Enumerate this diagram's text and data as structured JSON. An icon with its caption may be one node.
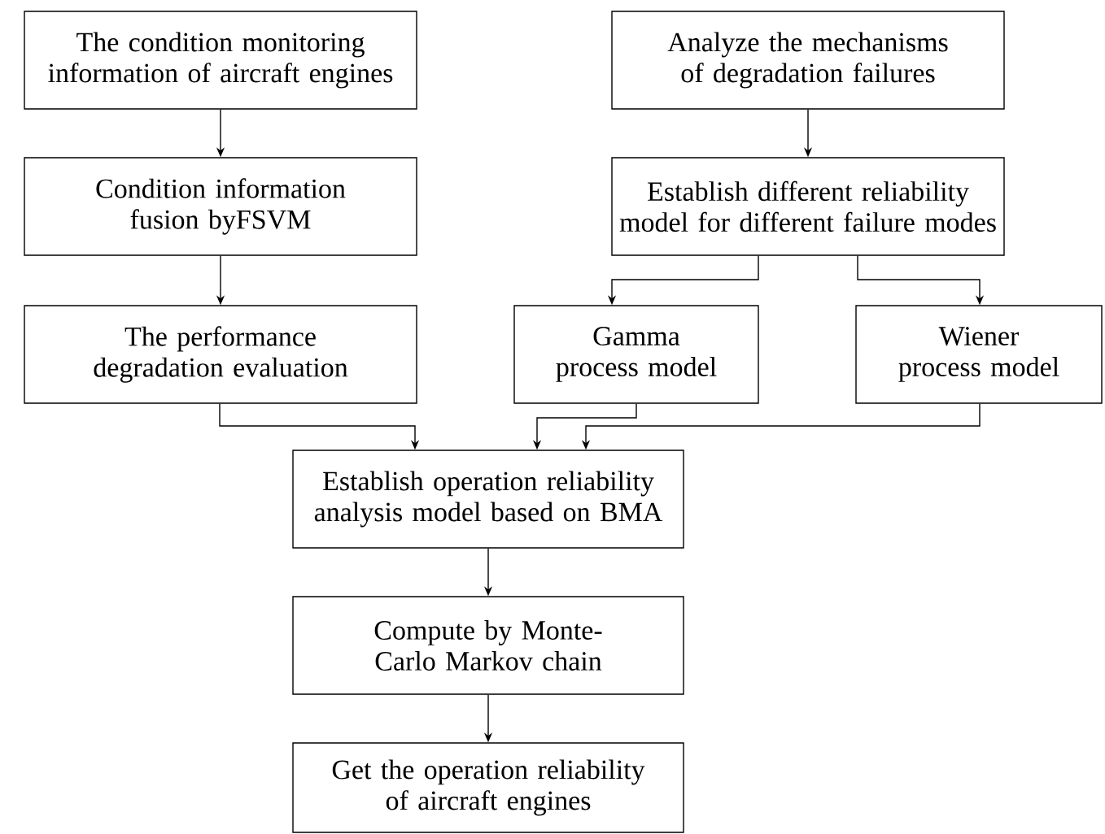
{
  "diagram": {
    "nodes": [
      {
        "text": [
          "The condition monitoring information of aircraft engines"
        ]
      },
      {
        "text": [
          "Condition information fusion byFSVM"
        ]
      },
      {
        "text": [
          "The performance degradation evaluation"
        ]
      },
      {
        "text": [
          "Analyze the mechanisms of degradation failures"
        ]
      },
      {
        "text": [
          "Establish different reliability model for different failure modes"
        ]
      },
      {
        "text": [
          "Gamma process model"
        ]
      },
      {
        "text": [
          "Wiener process model"
        ]
      },
      {
        "text": [
          "Establish operation reliability analysis model based on BMA"
        ]
      },
      {
        "text": [
          "Compute by Monte-Carlo Markov chain"
        ]
      },
      {
        "text": [
          "Get the operation reliability of aircraft engines"
        ]
      }
    ],
    "edges": [
      {
        "from": 0,
        "to": 1,
        "arrow": "to"
      },
      {
        "from": 1,
        "to": 2,
        "arrow": "to"
      },
      {
        "from": 3,
        "to": 4,
        "arrow": "to"
      },
      {
        "from": 4,
        "to": 5,
        "arrow": "to"
      },
      {
        "from": 4,
        "to": 6,
        "arrow": "to"
      },
      {
        "from": 2,
        "to": 7,
        "arrow": "to"
      },
      {
        "from": 5,
        "to": 7,
        "arrow": "to"
      },
      {
        "from": 6,
        "to": 7,
        "arrow": "to"
      },
      {
        "from": 7,
        "to": 8,
        "arrow": "to"
      },
      {
        "from": 8,
        "to": 9,
        "arrow": "to"
      }
    ]
  }
}
